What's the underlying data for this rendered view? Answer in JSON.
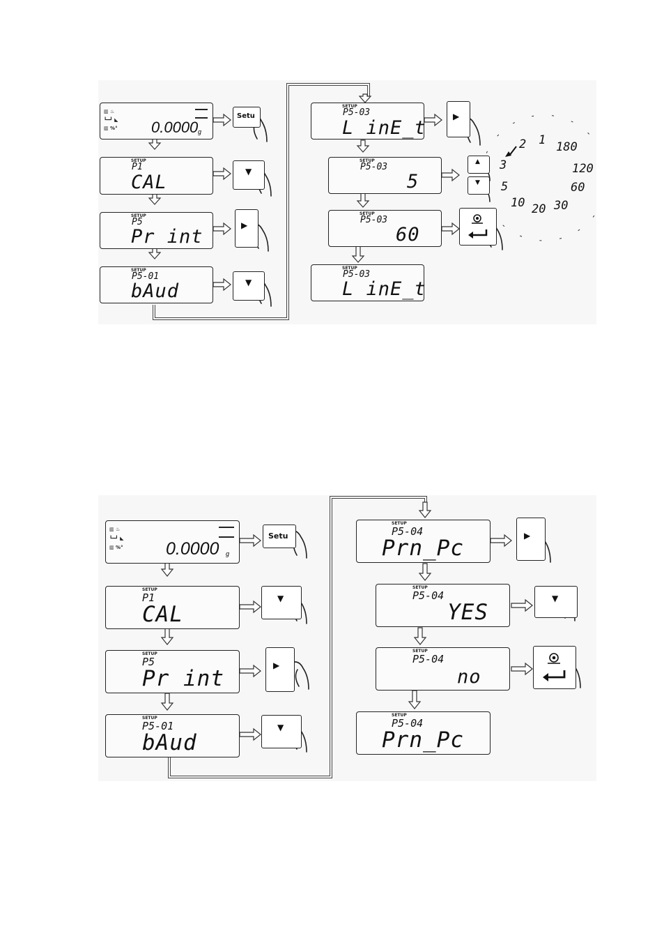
{
  "diagram1": {
    "screens": {
      "start": {
        "mass": "0.0000",
        "unit": "g"
      },
      "s1": {
        "setup": "SETUP",
        "code": "P1",
        "value": "CAL"
      },
      "s2": {
        "setup": "SETUP",
        "code": "P5",
        "value": "Pr int"
      },
      "s3": {
        "setup": "SETUP",
        "code": "P5-01",
        "value": "bAud"
      },
      "s4": {
        "setup": "SETUP",
        "code": "P5-03",
        "value": "L inE_t"
      },
      "s5": {
        "setup": "SETUP",
        "code": "P5-03",
        "value": "5"
      },
      "s6": {
        "setup": "SETUP",
        "code": "P5-03",
        "value": "60"
      },
      "s7": {
        "setup": "SETUP",
        "code": "P5-03",
        "value": "L inE_t"
      }
    },
    "keys": {
      "setup_label": "Setu",
      "down": "▼",
      "right": "▶",
      "up": "▲"
    },
    "cycle": {
      "c1": "2",
      "c2": "1",
      "c3": "180",
      "c4": "120",
      "c5": "60",
      "c6": "30",
      "c7": "20",
      "c8": "10",
      "c9": "5",
      "c10": "3"
    }
  },
  "diagram2": {
    "screens": {
      "start": {
        "mass": "0.0000",
        "unit": "g"
      },
      "s1": {
        "setup": "SETUP",
        "code": "P1",
        "value": "CAL"
      },
      "s2": {
        "setup": "SETUP",
        "code": "P5",
        "value": "Pr int"
      },
      "s3": {
        "setup": "SETUP",
        "code": "P5-01",
        "value": "bAud"
      },
      "s4": {
        "setup": "SETUP",
        "code": "P5-04",
        "value": "Prn_Pc"
      },
      "s5": {
        "setup": "SETUP",
        "code": "P5-04",
        "value": "YES"
      },
      "s6": {
        "setup": "SETUP",
        "code": "P5-04",
        "value": "no"
      },
      "s7": {
        "setup": "SETUP",
        "code": "P5-04",
        "value": "Prn_Pc"
      }
    },
    "keys": {
      "setup_label": "Setu",
      "down": "▼",
      "right": "▶"
    }
  }
}
